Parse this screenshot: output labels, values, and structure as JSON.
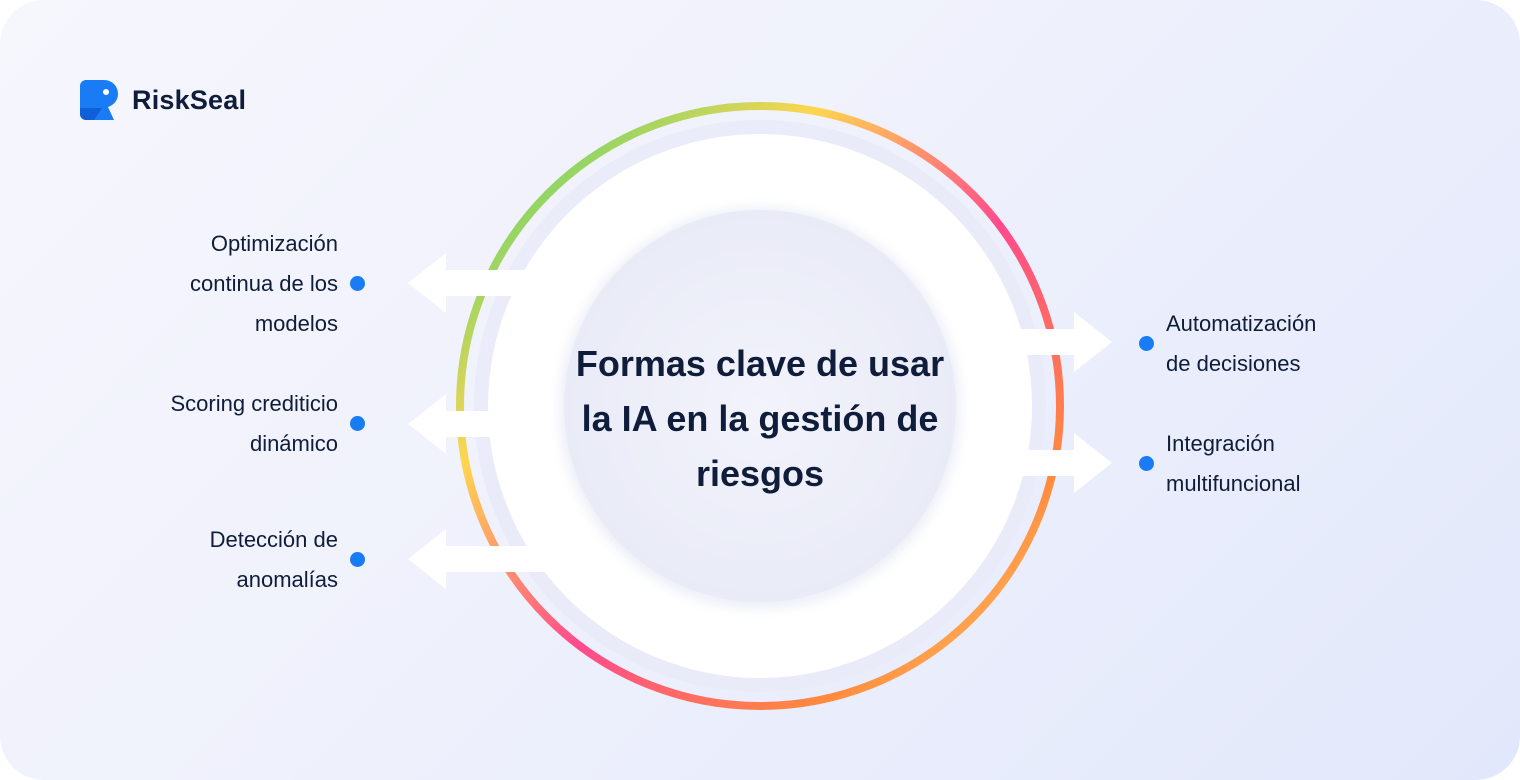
{
  "brand": {
    "name": "RiskSeal",
    "logo_color": "#1a7cf5"
  },
  "center_title": "Formas clave de usar la IA en la gestión de riesgos",
  "left_items": [
    {
      "text": "Optimización\ncontinua de los\nmodelos"
    },
    {
      "text": "Scoring crediticio\ndinámico"
    },
    {
      "text": "Detección de\nanomalías"
    }
  ],
  "right_items": [
    {
      "text": "Automatización\nde decisiones"
    },
    {
      "text": "Integración\nmultifuncional"
    }
  ],
  "colors": {
    "text": "#0f1d3a",
    "bullet": "#1a7cf5",
    "ring_gradient": [
      "#2fd57a",
      "#ffd54f",
      "#ff4a8d",
      "#ff8a3d",
      "#ffe07a"
    ]
  }
}
